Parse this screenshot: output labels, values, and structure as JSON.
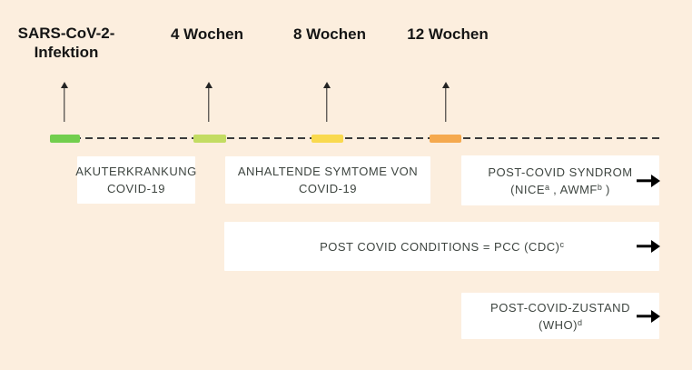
{
  "colors": {
    "background": "#fceede",
    "box_background": "#ffffff",
    "box_text": "#3e4540",
    "label_text": "#151515",
    "dash_line": "#3b3b3b",
    "segment_green": "#72ce4d",
    "segment_yellow_green": "#c3dc62",
    "segment_yellow": "#f9d94e",
    "segment_orange": "#f5a94e",
    "arrow": "#000000"
  },
  "milestones": [
    {
      "label_line1": "SARS-CoV-2-",
      "label_line2": "Infektion",
      "segment_color": "#72ce4d"
    },
    {
      "label": "4 Wochen",
      "segment_color": "#c3dc62"
    },
    {
      "label": "8 Wochen",
      "segment_color": "#f9d94e"
    },
    {
      "label": "12 Wochen",
      "segment_color": "#f5a94e"
    }
  ],
  "boxes": {
    "acute": {
      "line1": "AKUTERKRANKUNG",
      "line2": "COVID-19"
    },
    "persistent": {
      "line1": "ANHALTENDE SYMTOME VON",
      "line2": "COVID-19"
    },
    "syndrome": {
      "line1": "POST-COVID SYNDROM",
      "line2_open": "(NICE",
      "sup_a": "a",
      "line2_mid": " , AWMF",
      "sup_b": "b",
      "line2_close": " )"
    },
    "pcc": {
      "text": "POST COVID CONDITIONS = PCC (CDC)",
      "sup_c": "c"
    },
    "who": {
      "line1": "POST-COVID-ZUSTAND",
      "line2_open": "(WHO)",
      "sup_d": "d"
    }
  }
}
